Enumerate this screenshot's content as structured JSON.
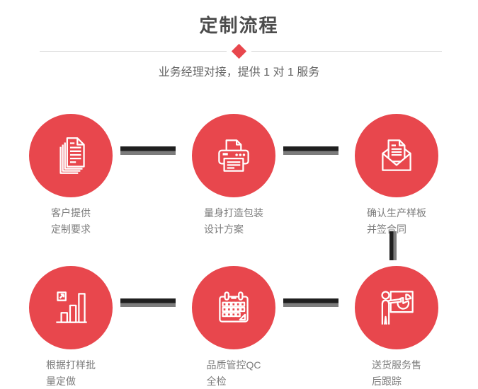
{
  "header": {
    "title": "定制流程",
    "subtitle": "业务经理对接，提供 1 对 1 服务"
  },
  "colors": {
    "accent_red": "#e8474d",
    "connector_dark": "#1f1f1f",
    "connector_gray": "#7c7c7c",
    "title_text": "#4c4c4c",
    "subtitle_text": "#666666",
    "label_text": "#7d7d7d",
    "divider": "#d9d9d9",
    "icon_stroke": "#ffffff"
  },
  "steps": [
    {
      "icon": "documents-icon",
      "label_line1": "客户提供",
      "label_line2": "定制要求"
    },
    {
      "icon": "printer-icon",
      "label_line1": "量身打造包装",
      "label_line2": "设计方案"
    },
    {
      "icon": "envelope-icon",
      "label_line1": "确认生产样板",
      "label_line2": "并签合同"
    },
    {
      "icon": "bar-chart-icon",
      "label_line1": "根据打样批",
      "label_line2": "量定做"
    },
    {
      "icon": "calendar-icon",
      "label_line1": "品质管控QC",
      "label_line2": "全检"
    },
    {
      "icon": "presentation-icon",
      "label_line1": "送货服务售",
      "label_line2": "后跟踪"
    }
  ]
}
